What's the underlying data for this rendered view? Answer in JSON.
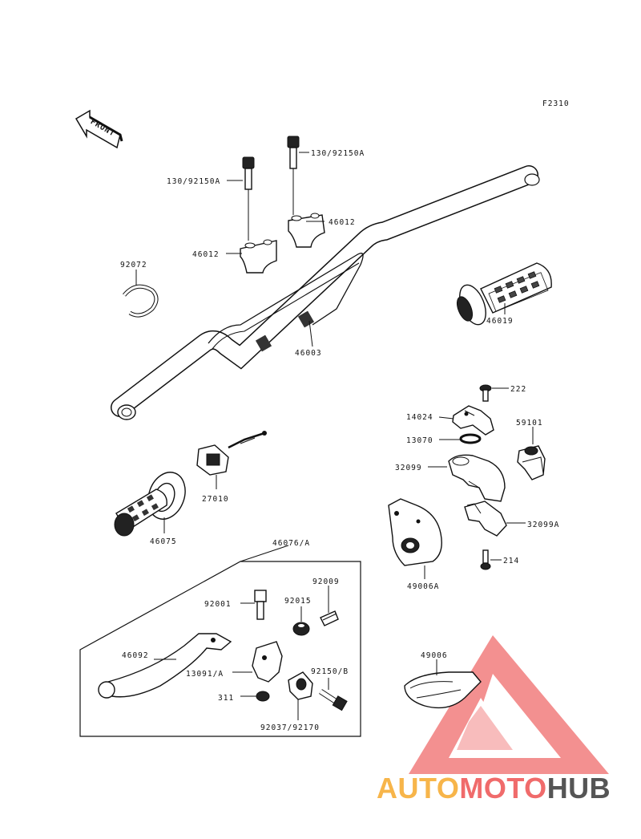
{
  "figure_code": "F2310",
  "front_label": "FRONT",
  "watermark": {
    "part1": "AUTO",
    "part2": "MOTO",
    "part3": "HUB",
    "color1": "#f7b54a",
    "color2": "#f06b6b",
    "color3": "#555555"
  },
  "parts": {
    "p130_92150A_left": "130/92150A",
    "p130_92150A_right": "130/92150A",
    "p46012_left": "46012",
    "p46012_right": "46012",
    "p92072": "92072",
    "p46003": "46003",
    "p46019": "46019",
    "p222": "222",
    "p14024": "14024",
    "p59101": "59101",
    "p13070": "13070",
    "p32099": "32099",
    "p27010": "27010",
    "p32099A": "32099A",
    "p46075": "46075",
    "p214": "214",
    "p49006A": "49006A",
    "p46076A": "46076/A",
    "p92009": "92009",
    "p92001": "92001",
    "p92015": "92015",
    "p46092": "46092",
    "p13091A": "13091/A",
    "p92150B": "92150/B",
    "p311": "311",
    "p92037_92170": "92037/92170",
    "p49006": "49006"
  }
}
